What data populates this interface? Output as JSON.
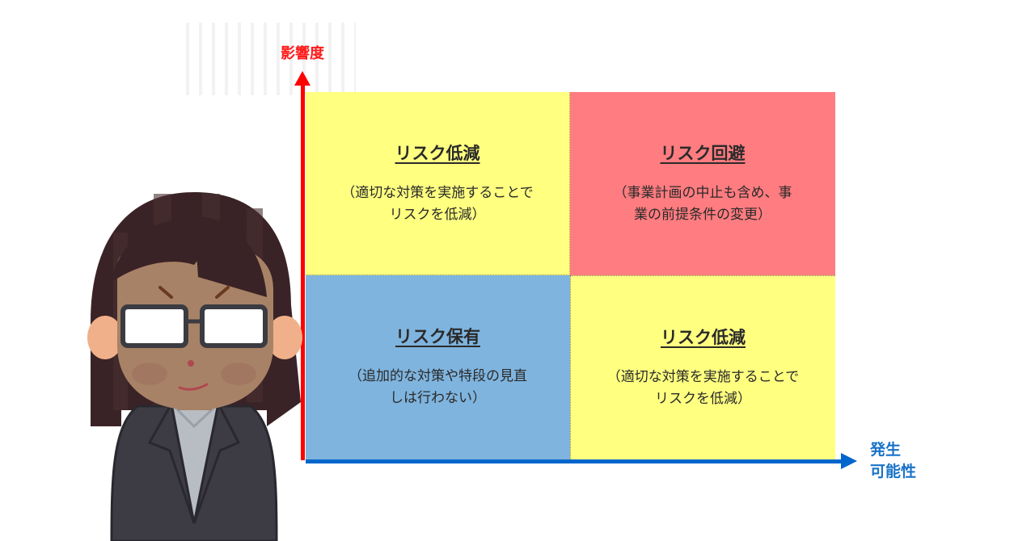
{
  "axes": {
    "y_label": "影響度",
    "x_label_line1": "発生",
    "x_label_line2": "可能性",
    "y_color": "#ff0000",
    "x_color": "#0066cc"
  },
  "quadrants": {
    "top_left": {
      "title": "リスク低減",
      "desc_line1": "（適切な対策を実施することで",
      "desc_line2": "リスクを低減）",
      "color": "#ffff80"
    },
    "top_right": {
      "title": "リスク回避",
      "desc_line1": "（事業計画の中止も含め、事",
      "desc_line2": "業の前提条件の変更）",
      "color": "#ff7c80"
    },
    "bottom_left": {
      "title": "リスク保有",
      "desc_line1": "（追加的な対策や特段の見直",
      "desc_line2": "しは行わない）",
      "color": "#7fb4de"
    },
    "bottom_right": {
      "title": "リスク低減",
      "desc_line1": "（適切な対策を実施することで",
      "desc_line2": "リスクを低減）",
      "color": "#ffff80"
    }
  },
  "illustration": {
    "subject": "businesswoman-with-glasses"
  }
}
